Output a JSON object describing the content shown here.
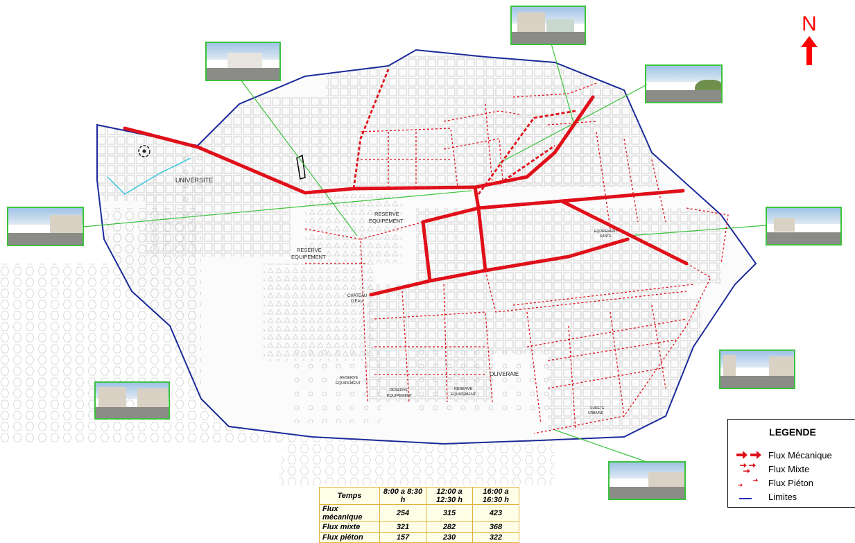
{
  "north_label": "N",
  "map_labels": {
    "universite": "UNIVERSITE",
    "reserve_1_l1": "RESERVE",
    "reserve_1_l2": "EQUIPEMENT",
    "reserve_2_l1": "RESERVE",
    "reserve_2_l2": "EQUIPEMENT",
    "chateau_l1": "CHATEAU",
    "chateau_l2": "D'EAU",
    "equip_l1": "EQUIPEMENT",
    "equip_l2": "SANTE",
    "reserve_3_l1": "RESERVE",
    "reserve_3_l2": "EQUIPEMENT",
    "reserve_4_l1": "RESERVE",
    "reserve_4_l2": "EQUIPEMENT",
    "reserve_5_l1": "RESERVE",
    "reserve_5_l2": "EQUIPEMENT",
    "oliveraie": "OLIVERAIE",
    "surete_l1": "SURETE",
    "surete_l2": "URBAINE"
  },
  "legend": {
    "title": "LEGENDE",
    "items": [
      {
        "label": "Flux Mécanique",
        "color": "#e0101a"
      },
      {
        "label": "Flux Mixte",
        "color": "#e0101a"
      },
      {
        "label": "Flux Piéton",
        "color": "#e0101a"
      },
      {
        "label": "Limites",
        "color": "#2a2ab8"
      }
    ]
  },
  "table": {
    "headers": [
      "Temps",
      "8:00 a 8:30 h",
      "12:00 a 12:30 h",
      "16:00 a 16:30 h"
    ],
    "rows": [
      {
        "label": "Flux mécanique",
        "values": [
          "254",
          "315",
          "423"
        ]
      },
      {
        "label": "Flux mixte",
        "values": [
          "321",
          "282",
          "368"
        ]
      },
      {
        "label": "Flux piéton",
        "values": [
          "157",
          "230",
          "322"
        ]
      }
    ]
  },
  "colors": {
    "boundary": "#1a2a9a",
    "flow": "#e0101a",
    "photo_link": "#3cc23c",
    "building": "#c8c8c8"
  }
}
